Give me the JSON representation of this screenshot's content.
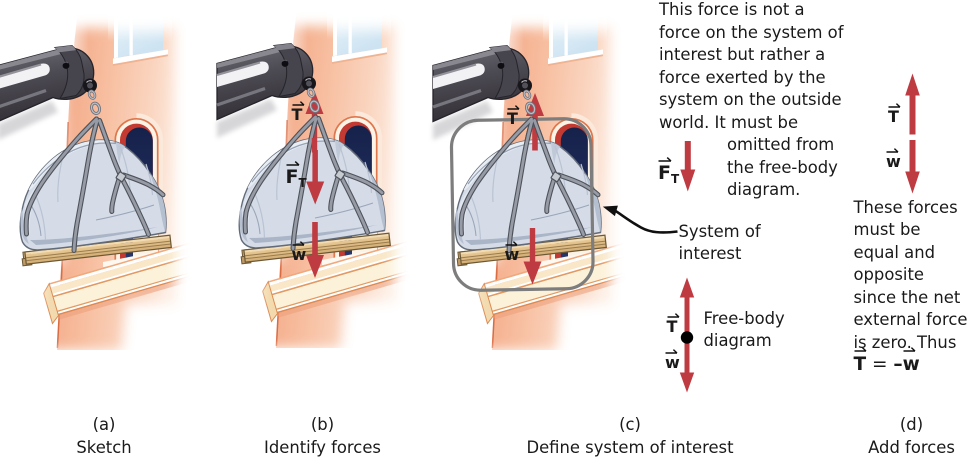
{
  "colors": {
    "arrow_red": "#BE3B42",
    "boundary_gray": "#7D7D7D",
    "black": "#111111",
    "text": "#1a1a1a"
  },
  "labels": {
    "tension": "T",
    "weight": "w",
    "force": "F",
    "force_sub": "T"
  },
  "note_right": {
    "lines": [
      "This force is not a",
      "force on the system of",
      "interest but rather a",
      "force exerted by the",
      "system on the outside",
      "world. It must be"
    ],
    "indented": [
      "omitted from",
      "the free-body",
      "diagram."
    ]
  },
  "system_note": {
    "line1": "System of",
    "line2": "interest"
  },
  "fbd_note": {
    "line1": "Free-body",
    "line2": "diagram"
  },
  "panel_d_note": {
    "lines": [
      "These forces",
      "must be",
      "equal and",
      "opposite",
      "since the net",
      "external force",
      "is zero. Thus"
    ],
    "equation": {
      "lhs": "T",
      "eq": " = ",
      "minus": "–",
      "rhs": "w"
    }
  },
  "captions": [
    {
      "label": "(a)",
      "caption": "Sketch"
    },
    {
      "label": "(b)",
      "caption": "Identify forces"
    },
    {
      "label": "(c)",
      "caption": "Define system of interest"
    },
    {
      "label": "(d)",
      "caption": "Add forces"
    }
  ]
}
